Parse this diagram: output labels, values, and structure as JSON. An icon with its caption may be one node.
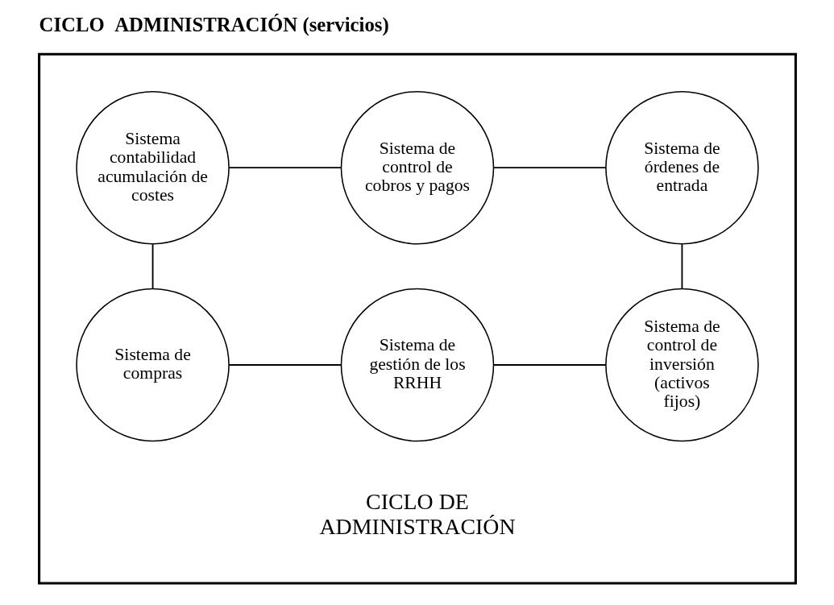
{
  "diagram": {
    "title": "CICLO  ADMINISTRACIÓN (servicios)",
    "nodes": [
      {
        "text": [],
        "shape": "box"
      },
      {
        "text": [
          "Sistema contabilidad acumulación de costes"
        ],
        "in": 0
      },
      {
        "text": [
          "Sistema de control de cobros y pagos"
        ],
        "in": 0
      },
      {
        "text": [
          "Sistema de órdenes de entrada"
        ],
        "in": 0
      },
      {
        "text": [
          "Sistema de compras"
        ],
        "in": 0
      },
      {
        "text": [
          "Sistema de gestión de los RRHH"
        ],
        "in": 0
      },
      {
        "text": [
          "Sistema de control de inversión (activos fijos)"
        ],
        "in": 0
      }
    ],
    "edges": [
      {
        "from": 1,
        "to": 2,
        "arrow": "none"
      },
      {
        "from": 2,
        "to": 3,
        "arrow": "none"
      },
      {
        "from": 3,
        "to": 6,
        "arrow": "none"
      },
      {
        "from": 6,
        "to": 5,
        "arrow": "none"
      },
      {
        "from": 5,
        "to": 4,
        "arrow": "none"
      },
      {
        "from": 4,
        "to": 1,
        "arrow": "none"
      }
    ],
    "labels": [
      "CICLO DE ADMINISTRACIÓN"
    ]
  }
}
